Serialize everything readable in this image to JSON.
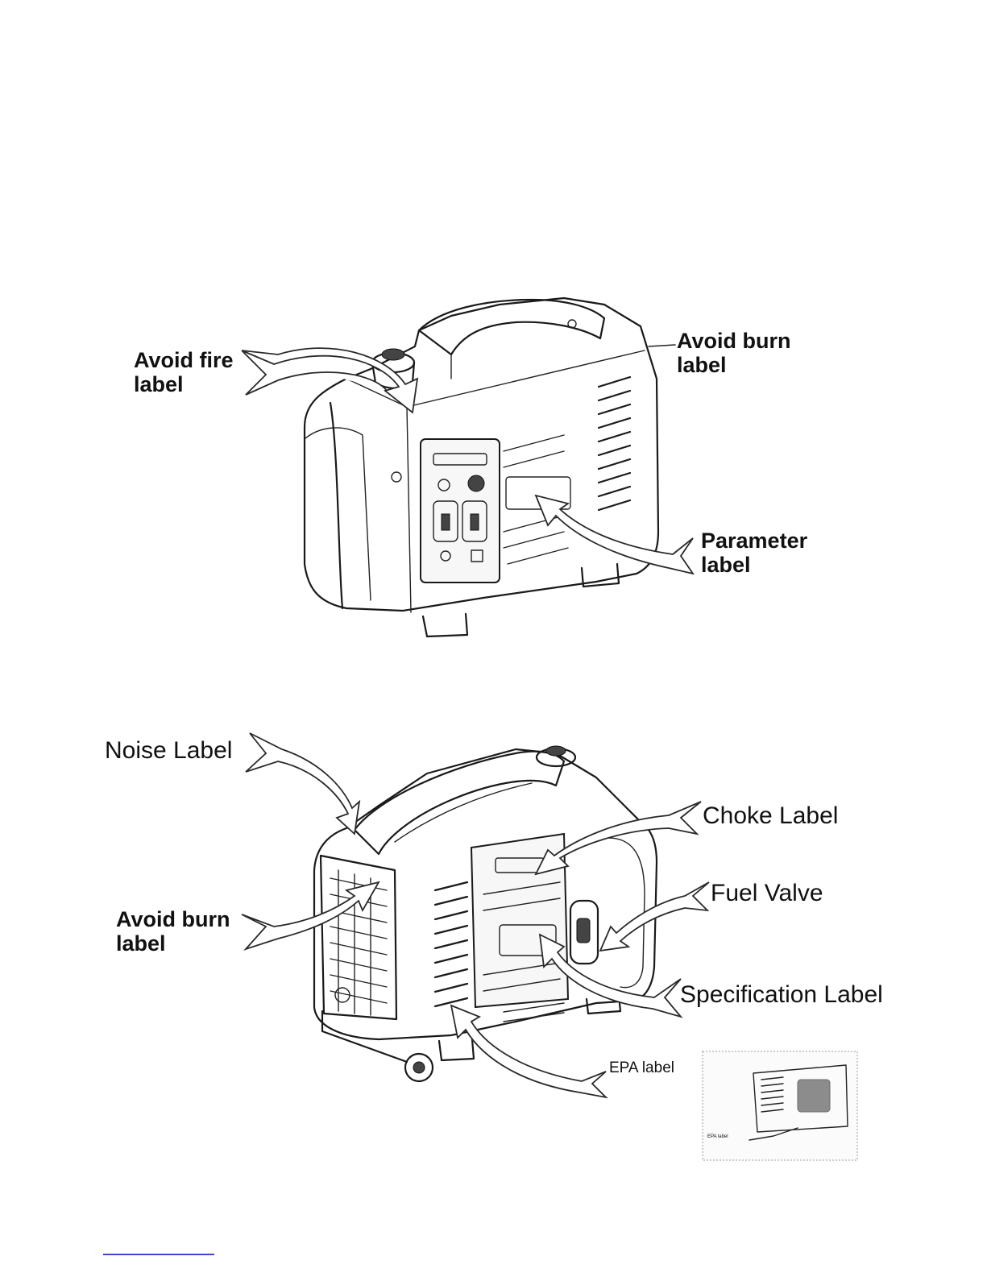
{
  "diagram": {
    "top_figure": {
      "labels": {
        "avoid_fire_1": "Avoid fire",
        "avoid_fire_2": "label",
        "avoid_burn_1": "Avoid burn",
        "avoid_burn_2": "label",
        "parameter_1": "Parameter",
        "parameter_2": "label"
      }
    },
    "bottom_figure": {
      "labels": {
        "noise": "Noise Label",
        "choke": "Choke Label",
        "fuel_valve": "Fuel Valve",
        "avoid_burn_1": "Avoid burn",
        "avoid_burn_2": "label",
        "specification": "Specification Label",
        "epa": "EPA label"
      },
      "inset": {
        "epa_label": "EPA label"
      }
    }
  }
}
